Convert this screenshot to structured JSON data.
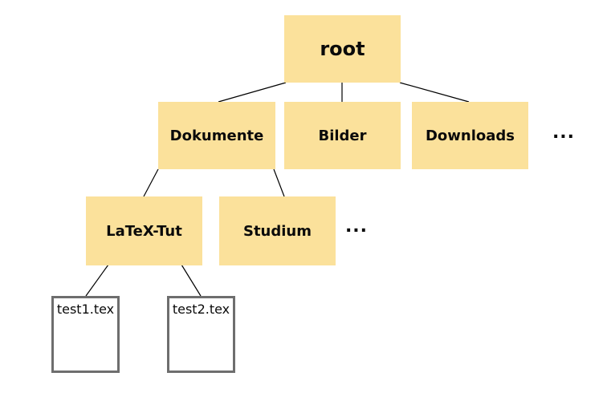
{
  "nodes": {
    "root": {
      "label": "root",
      "type": "folder"
    },
    "dokumente": {
      "label": "Dokumente",
      "type": "folder"
    },
    "bilder": {
      "label": "Bilder",
      "type": "folder"
    },
    "downloads": {
      "label": "Downloads",
      "type": "folder"
    },
    "latex_tut": {
      "label": "LaTeX-Tut",
      "type": "folder"
    },
    "studium": {
      "label": "Studium",
      "type": "folder"
    },
    "test1": {
      "label": "test1.tex",
      "type": "file"
    },
    "test2": {
      "label": "test2.tex",
      "type": "file"
    }
  },
  "ellipsis": {
    "level2": "...",
    "level3": "..."
  },
  "edges": [
    [
      "root",
      "dokumente"
    ],
    [
      "root",
      "bilder"
    ],
    [
      "root",
      "downloads"
    ],
    [
      "dokumente",
      "latex_tut"
    ],
    [
      "dokumente",
      "studium"
    ],
    [
      "latex_tut",
      "test1"
    ],
    [
      "latex_tut",
      "test2"
    ]
  ],
  "colors": {
    "folder_fill": "#FBE19B",
    "file_border": "#6E6E6E",
    "edge": "#000000",
    "text": "#0A0A0A",
    "background": "#FFFFFF"
  }
}
